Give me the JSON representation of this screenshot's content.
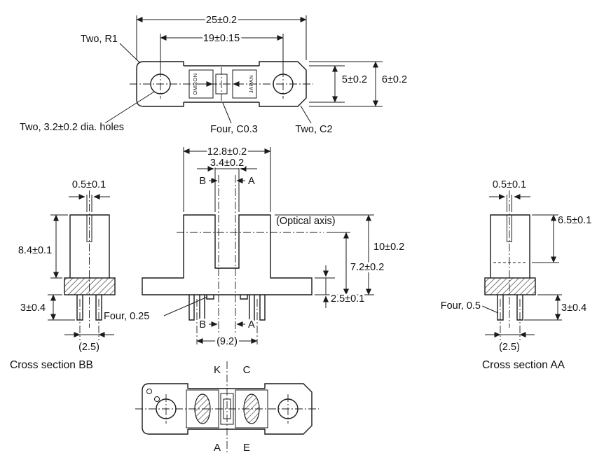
{
  "colors": {
    "ink": "#1a1a1a",
    "background": "#ffffff"
  },
  "drawing": {
    "top_view": {
      "dim_overall_width": "25±0.2",
      "dim_hole_pitch": "19±0.15",
      "label_corner_radius": "Two, R1",
      "dim_body_height": "5±0.2",
      "dim_overall_height": "6±0.2",
      "label_holes": "Two, 3.2±0.2 dia. holes",
      "label_chamfer_small": "Four, C0.3",
      "label_chamfer_large": "Two, C2",
      "brand_text": "OMRON",
      "origin_text": "JAPAN"
    },
    "front_view": {
      "dim_head_width": "12.8±0.2",
      "dim_slot_width": "3.4±0.2",
      "section_b": "B",
      "section_a": "A",
      "label_optical_axis": "(Optical axis)",
      "dim_total_height": "10±0.2",
      "dim_axis_height": "7.2±0.2",
      "dim_flange_height": "2.5±0.1",
      "label_notches": "Four, 0.25",
      "dim_lead_span": "(9.2)"
    },
    "section_bb": {
      "dim_slit": "0.5±0.1",
      "dim_body_height": "8.4±0.1",
      "dim_lead_length": "3±0.4",
      "dim_lead_pitch": "(2.5)",
      "caption": "Cross section BB"
    },
    "section_aa": {
      "dim_slit": "0.5±0.1",
      "dim_axis_depth": "6.5±0.1",
      "label_leads": "Four, 0.5",
      "dim_lead_length": "3±0.4",
      "dim_lead_pitch": "(2.5)",
      "caption": "Cross section AA"
    },
    "bottom_view": {
      "pin_k": "K",
      "pin_c": "C",
      "pin_a": "A",
      "pin_e": "E"
    }
  }
}
